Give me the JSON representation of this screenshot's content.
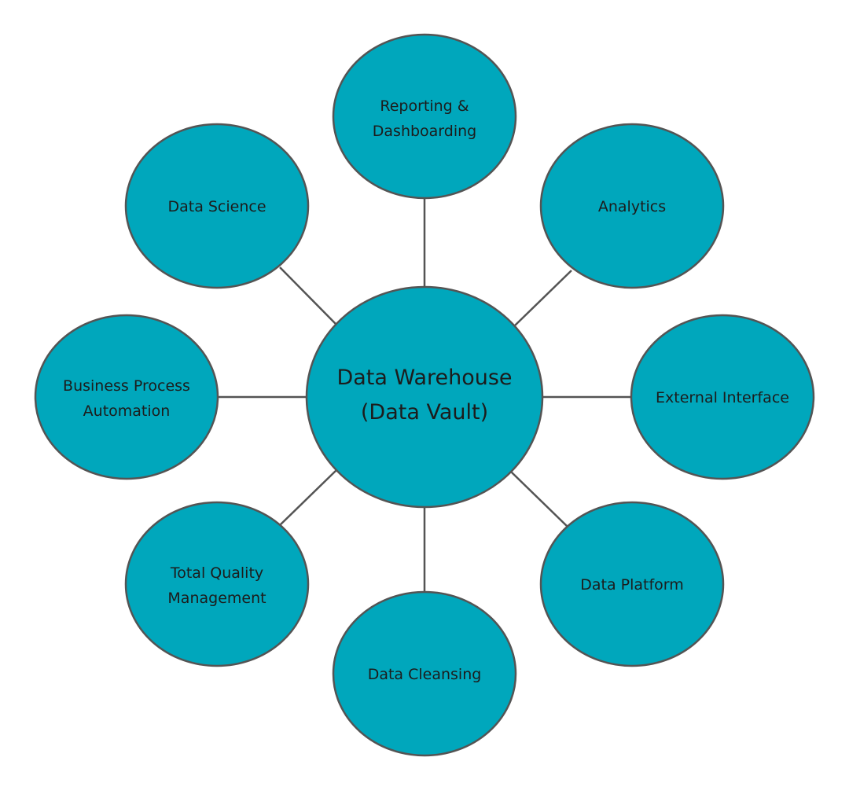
{
  "diagram": {
    "hub": {
      "lines": [
        "Data Warehouse",
        "(Data Vault)"
      ]
    },
    "nodes": [
      {
        "id": "reporting",
        "lines": [
          "Reporting &",
          "Dashboarding"
        ]
      },
      {
        "id": "analytics",
        "lines": [
          "Analytics"
        ]
      },
      {
        "id": "external",
        "lines": [
          "External Interface"
        ]
      },
      {
        "id": "platform",
        "lines": [
          "Data Platform"
        ]
      },
      {
        "id": "cleansing",
        "lines": [
          "Data Cleansing"
        ]
      },
      {
        "id": "quality",
        "lines": [
          "Total Quality",
          "Management"
        ]
      },
      {
        "id": "automation",
        "lines": [
          "Business Process",
          "Automation"
        ]
      },
      {
        "id": "science",
        "lines": [
          "Data Science"
        ]
      }
    ],
    "colors": {
      "fill": "#00A7BC",
      "stroke": "#545454",
      "text": "#1c1c1c"
    }
  }
}
